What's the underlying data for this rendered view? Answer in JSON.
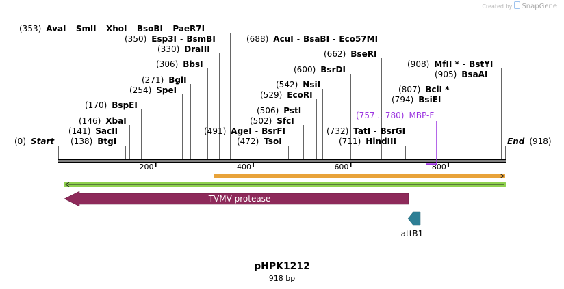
{
  "header": {
    "created_by": "Created by",
    "brand": "SnapGene"
  },
  "plasmid": {
    "name": "pHPK1212",
    "length_label": "918 bp",
    "length": 918
  },
  "ends": {
    "start": {
      "pos": "(0)",
      "name": "Start"
    },
    "end": {
      "pos": "(918)",
      "name": "End"
    }
  },
  "ruler": {
    "ticks": [
      200,
      400,
      600,
      800
    ]
  },
  "sites": [
    {
      "label": [
        [
          "(353)",
          "AvaI"
        ],
        [
          "SmlI"
        ],
        [
          "XhoI"
        ],
        [
          "BsoBI"
        ],
        [
          "PaeR7I"
        ]
      ],
      "cut": [
        353
      ]
    },
    {
      "label": [
        [
          "(350)",
          "Esp3I"
        ],
        [
          "BsmBI"
        ]
      ],
      "cut": [
        350
      ]
    },
    {
      "label": [
        [
          "(330)",
          "DraIII"
        ]
      ],
      "cut": [
        330
      ]
    },
    {
      "label": [
        [
          "(306)",
          "BbsI"
        ]
      ],
      "cut": [
        306
      ]
    },
    {
      "label": [
        [
          "(271)",
          "BglI"
        ]
      ],
      "cut": [
        271
      ]
    },
    {
      "label": [
        [
          "(254)",
          "SpeI"
        ]
      ],
      "cut": [
        254
      ]
    },
    {
      "label": [
        [
          "(170)",
          "BspEI"
        ]
      ],
      "cut": [
        170
      ]
    },
    {
      "label": [
        [
          "(146)",
          "XbaI"
        ]
      ],
      "cut": [
        146
      ]
    },
    {
      "label": [
        [
          "(141)",
          "SacII"
        ]
      ],
      "cut": [
        141
      ]
    },
    {
      "label": [
        [
          "(138)",
          "BtgI"
        ]
      ],
      "cut": [
        138
      ]
    },
    {
      "label": [
        [
          "(688)",
          "AcuI"
        ],
        [
          "BsaBI"
        ],
        [
          "Eco57MI"
        ]
      ],
      "cut": [
        688
      ]
    },
    {
      "label": [
        [
          "(662)",
          "BseRI"
        ]
      ],
      "cut": [
        662
      ]
    },
    {
      "label": [
        [
          "(600)",
          "BsrDI"
        ]
      ],
      "cut": [
        600
      ]
    },
    {
      "label": [
        [
          "(542)",
          "NsiI"
        ]
      ],
      "cut": [
        542
      ]
    },
    {
      "label": [
        [
          "(529)",
          "EcoRI"
        ]
      ],
      "cut": [
        529
      ]
    },
    {
      "label": [
        [
          "(506)",
          "PstI"
        ]
      ],
      "cut": [
        506
      ]
    },
    {
      "label": [
        [
          "(502)",
          "SfcI"
        ]
      ],
      "cut": [
        502
      ]
    },
    {
      "label": [
        [
          "(491)",
          "AgeI"
        ],
        [
          "BsrFI"
        ]
      ],
      "cut": [
        491
      ]
    },
    {
      "label": [
        [
          "(472)",
          "TsoI"
        ]
      ],
      "cut": [
        472
      ]
    },
    {
      "label": [
        [
          "(732)",
          "TatI"
        ],
        [
          "BsrGI"
        ]
      ],
      "cut": [
        732
      ]
    },
    {
      "label": [
        [
          "(711)",
          "HindIII"
        ]
      ],
      "cut": [
        711
      ]
    },
    {
      "label": [
        [
          "(908)",
          "MfII *"
        ],
        [
          "BstYI"
        ]
      ],
      "cut": [
        908
      ]
    },
    {
      "label": [
        [
          "(905)",
          "BsaAI"
        ]
      ],
      "cut": [
        905
      ]
    },
    {
      "label": [
        [
          "(807)",
          "BclI *"
        ]
      ],
      "cut": [
        807
      ]
    },
    {
      "label": [
        [
          "(794)",
          "BsiEI"
        ]
      ],
      "cut": [
        794
      ]
    }
  ],
  "primer": {
    "range": "(757 .. 780)",
    "name": "MBP-F",
    "start": 757,
    "end": 780
  },
  "features": [
    {
      "name": "TVMV protease",
      "start": 0,
      "end": 718,
      "direction": "reverse",
      "color": "#8e2a5a"
    },
    {
      "name": "attB1",
      "start": 718,
      "end": 746,
      "direction": "reverse",
      "color": "#2e7f95"
    }
  ],
  "colors": {
    "orange_bar": "#e8a33a",
    "green_bar": "#8fd14f",
    "primer": "#9b34e0"
  }
}
